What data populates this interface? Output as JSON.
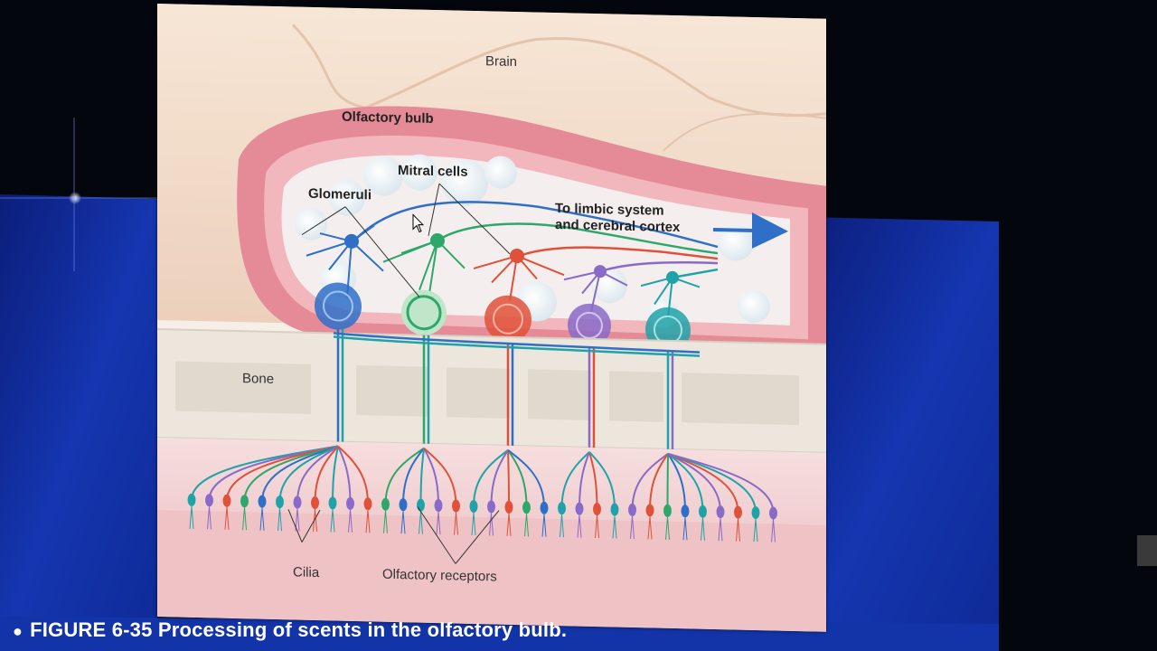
{
  "labels": {
    "brain": "Brain",
    "olfactory_bulb": "Olfactory bulb",
    "mitral_cells": "Mitral cells",
    "glomeruli": "Glomeruli",
    "to_limbic_line1": "To limbic system",
    "to_limbic_line2": "and cerebral cortex",
    "bone": "Bone",
    "cilia": "Cilia",
    "olfactory_receptors": "Olfactory receptors"
  },
  "caption": {
    "bullet": "●",
    "text": "FIGURE 6-35 Processing of scents in the olfactory bulb."
  },
  "colors": {
    "blue": "#2f6fc8",
    "green": "#2ea86a",
    "red": "#e0513a",
    "purple": "#8a6ac8",
    "teal": "#1fa3a8",
    "brain": "#f3dcc8",
    "bulb": "#e07a8a",
    "bone": "#ece6dc",
    "screen_blue": "#1638b0"
  }
}
